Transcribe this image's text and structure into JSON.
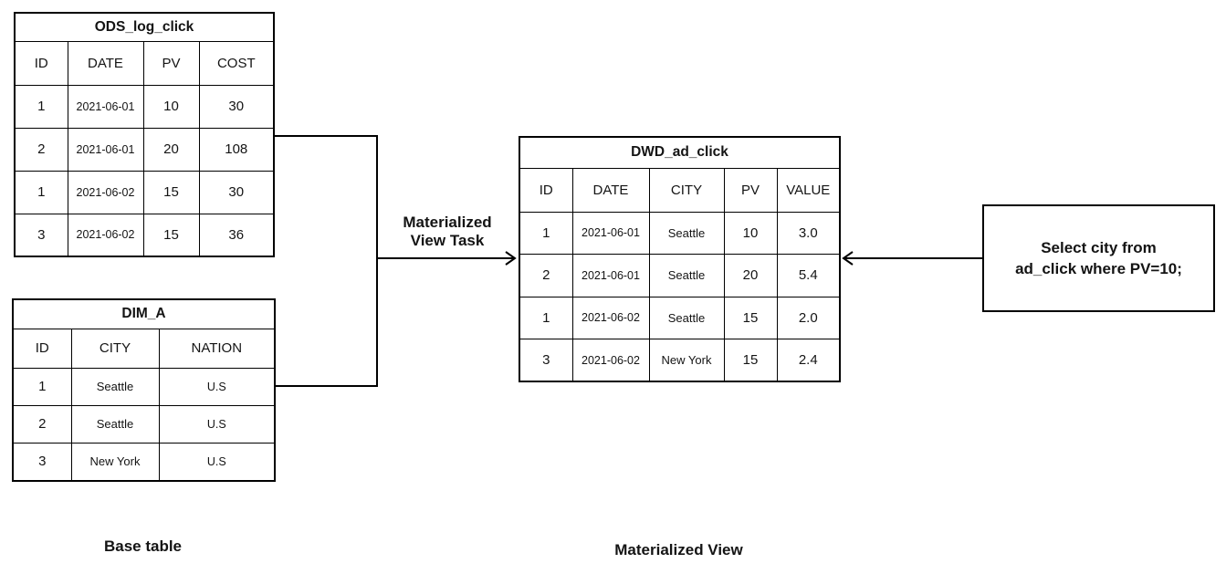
{
  "tables": {
    "ods": {
      "title": "ODS_log_click",
      "headers": [
        "ID",
        "DATE",
        "PV",
        "COST"
      ],
      "rows": [
        [
          "1",
          "2021-06-01",
          "10",
          "30"
        ],
        [
          "2",
          "2021-06-01",
          "20",
          "108"
        ],
        [
          "1",
          "2021-06-02",
          "15",
          "30"
        ],
        [
          "3",
          "2021-06-02",
          "15",
          "36"
        ]
      ]
    },
    "dim": {
      "title": "DIM_A",
      "headers": [
        "ID",
        "CITY",
        "NATION"
      ],
      "rows": [
        [
          "1",
          "Seattle",
          "U.S"
        ],
        [
          "2",
          "Seattle",
          "U.S"
        ],
        [
          "3",
          "New York",
          "U.S"
        ]
      ]
    },
    "dwd": {
      "title": "DWD_ad_click",
      "headers": [
        "ID",
        "DATE",
        "CITY",
        "PV",
        "VALUE"
      ],
      "rows": [
        [
          "1",
          "2021-06-01",
          "Seattle",
          "10",
          "3.0"
        ],
        [
          "2",
          "2021-06-01",
          "Seattle",
          "20",
          "5.4"
        ],
        [
          "1",
          "2021-06-02",
          "Seattle",
          "15",
          "2.0"
        ],
        [
          "3",
          "2021-06-02",
          "New York",
          "15",
          "2.4"
        ]
      ]
    }
  },
  "connector": {
    "task_label_lines": [
      "Materialized",
      "View Task"
    ]
  },
  "query_box": {
    "lines": [
      "Select city from",
      "ad_click where PV=10;"
    ]
  },
  "captions": {
    "base_table": "Base table",
    "materialized_view": "Materialized View"
  },
  "colors": {
    "line": "#000000",
    "background": "#ffffff",
    "text": "#141414"
  }
}
